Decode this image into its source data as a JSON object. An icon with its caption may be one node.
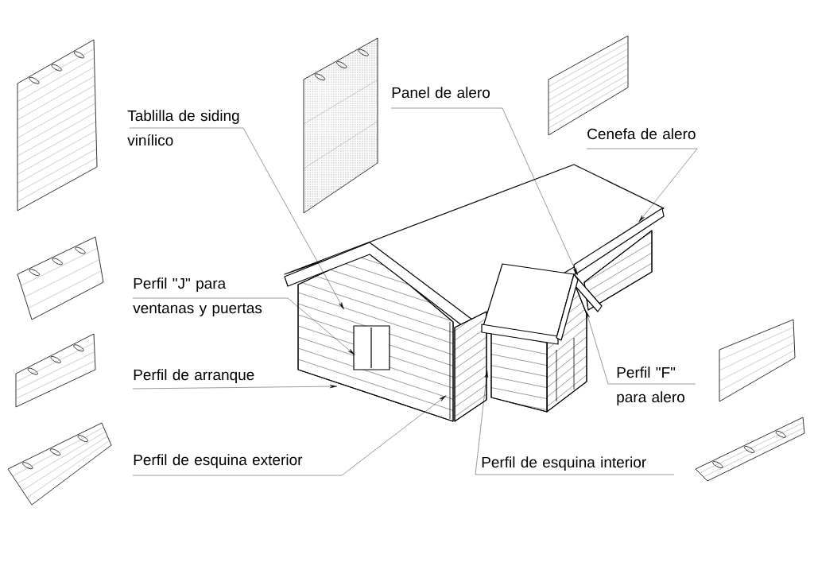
{
  "diagram": {
    "nodes": [
      {
        "text": [
          "Tablilla de siding vinílico"
        ]
      },
      {
        "text": [
          "Panel de alero"
        ]
      },
      {
        "text": [
          "Cenefa de alero"
        ]
      },
      {
        "text": [
          "Perfil \"J\" para ventanas y puertas"
        ]
      },
      {
        "text": [
          "Perfil de arranque"
        ]
      },
      {
        "text": [
          "Perfil de esquina exterior"
        ]
      },
      {
        "text": [
          "Perfil de esquina interior"
        ]
      },
      {
        "text": [
          "Perfil \"F\" para alero"
        ]
      }
    ],
    "edges": [
      {
        "from": 0,
        "to": null,
        "arrow": "to"
      },
      {
        "from": 1,
        "to": null,
        "arrow": "to"
      },
      {
        "from": 2,
        "to": null,
        "arrow": "to"
      },
      {
        "from": 3,
        "to": null,
        "arrow": "to"
      },
      {
        "from": 4,
        "to": null,
        "arrow": "to"
      },
      {
        "from": 5,
        "to": null,
        "arrow": "to"
      },
      {
        "from": 6,
        "to": null,
        "arrow": "to"
      },
      {
        "from": 7,
        "to": null,
        "arrow": "to"
      }
    ]
  }
}
